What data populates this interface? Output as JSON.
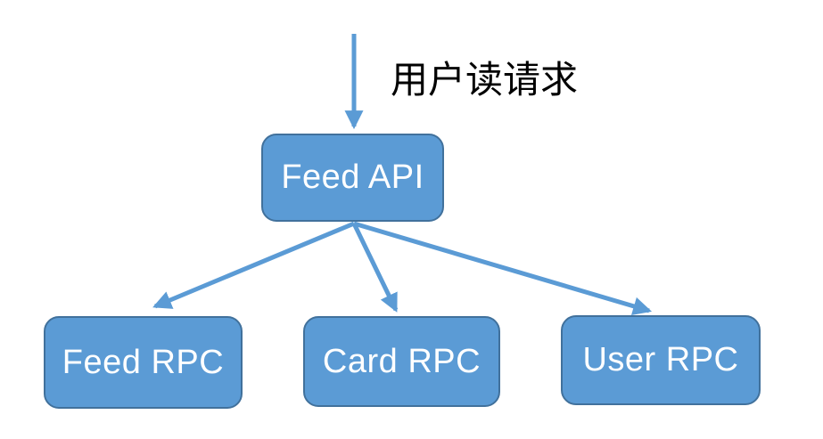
{
  "diagram": {
    "request_label": "用户读请求",
    "root_node": {
      "label": "Feed API"
    },
    "child_nodes": [
      {
        "label": "Feed RPC"
      },
      {
        "label": "Card RPC"
      },
      {
        "label": "User RPC"
      }
    ],
    "edges": [
      {
        "from": "user-read-request",
        "to": "Feed API"
      },
      {
        "from": "Feed API",
        "to": "Feed RPC"
      },
      {
        "from": "Feed API",
        "to": "Card RPC"
      },
      {
        "from": "Feed API",
        "to": "User RPC"
      }
    ],
    "colors": {
      "node_fill": "#5B9BD5",
      "node_border": "#41719C",
      "node_text": "#FFFFFF",
      "arrow": "#5B9BD5",
      "label_text": "#000000",
      "background": "#FFFFFF"
    }
  }
}
